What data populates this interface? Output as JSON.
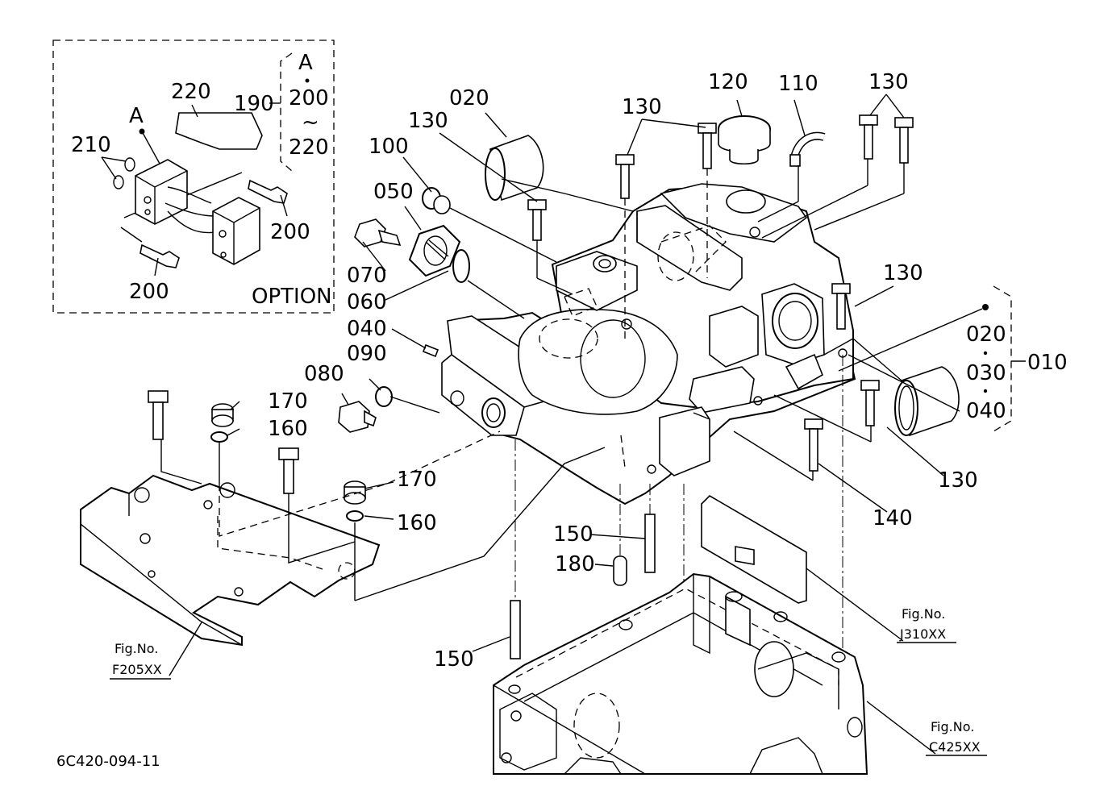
{
  "diagram": {
    "drawing_id": "6C420-094-11",
    "option_box": {
      "title": "OPTION",
      "callout_letter": "A",
      "range": {
        "from": "200",
        "to": "220",
        "separator": "~"
      },
      "group": "190",
      "parts": {
        "p220": "220",
        "p210": "210",
        "p200a": "200",
        "p200b": "200"
      }
    },
    "parts": {
      "p020": "020",
      "p130a": "130",
      "p100": "100",
      "p050": "050",
      "p070": "070",
      "p060": "060",
      "p040": "040",
      "p090": "090",
      "p080": "080",
      "p120": "120",
      "p110": "110",
      "p130b": "130",
      "p130c": "130",
      "p130d": "130",
      "p130e": "130",
      "p140": "140",
      "p170a": "170",
      "p160a": "160",
      "p170b": "170",
      "p160b": "160",
      "p150a": "150",
      "p180": "180",
      "p150b": "150"
    },
    "kit": {
      "group": "010",
      "items": [
        "020",
        "030",
        "040"
      ]
    },
    "fig_refs": [
      {
        "label": "Fig.No.",
        "code": "F205XX"
      },
      {
        "label": "Fig.No.",
        "code": "J310XX"
      },
      {
        "label": "Fig.No.",
        "code": "C425XX"
      }
    ]
  }
}
